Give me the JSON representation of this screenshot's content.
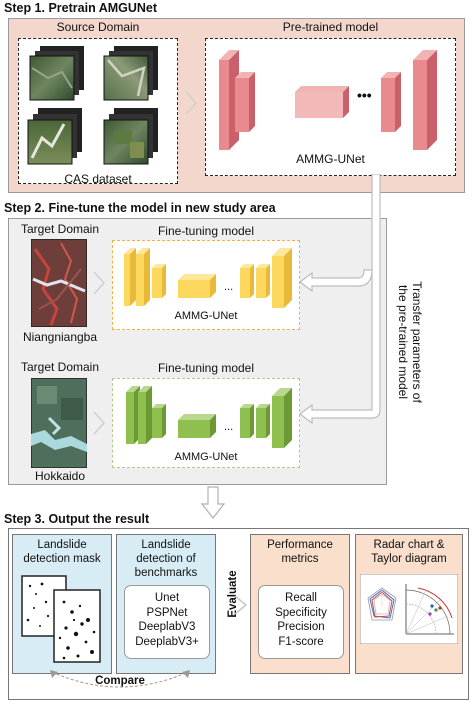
{
  "step1": {
    "title": "Step 1. Pretrain AMGUNet",
    "source_domain": "Source Domain",
    "dataset_label": "CAS dataset",
    "pretrained_model": "Pre-trained model",
    "network": "AMMG-UNet",
    "ellipsis": "•••",
    "colors": {
      "panel_bg": "#f4d7cc",
      "block_face": "#e88a8e",
      "block_side": "#c9606a",
      "block_top": "#f0b5b3"
    }
  },
  "step2": {
    "title": "Step 2. Fine-tune the model in new study area",
    "target_domain_1": "Target Domain",
    "site_1": "Niangniangba",
    "finetune_model_1": "Fine-tuning model",
    "network_1": "AMMG-UNet",
    "target_domain_2": "Target Domain",
    "site_2": "Hokkaido",
    "finetune_model_2": "Fine-tuning model",
    "network_2": "AMMG-UNet",
    "ellipsis": "...",
    "transfer_line_1": "Transfer parameters of",
    "transfer_line_2": "the pre-trained model",
    "colors": {
      "panel_bg": "#efefef",
      "yellow": "#fdd85f",
      "green": "#8fbf4f"
    }
  },
  "step3": {
    "title": "Step 3. Output the result",
    "mask_title": "Landslide detection mask",
    "benchmarks_title": "Landslide detection of benchmarks",
    "benchmarks": [
      "Unet",
      "PSPNet",
      "DeeplabV3",
      "DeeplabV3+"
    ],
    "evaluate": "Evaluate",
    "metrics_title": "Performance metrics",
    "metrics": [
      "Recall",
      "Specificity",
      "Precision",
      "F1-score"
    ],
    "radar_title": "Radar chart & Taylor diagram",
    "compare": "Compare",
    "colors": {
      "blue_bg": "#d7ecf4",
      "peach_bg": "#f9dfcc"
    }
  }
}
